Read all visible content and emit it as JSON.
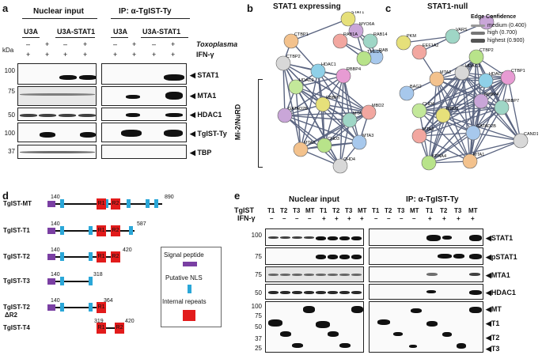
{
  "panel_a": {
    "letter": "a",
    "nuclear_input": "Nuclear input",
    "ip": "IP: α-TgIST-Ty",
    "lanes": [
      "U3A",
      "U3A-STAT1",
      "U3A",
      "U3A-STAT1"
    ],
    "toxoplasma_label": "Toxoplasma",
    "ifn_label": "IFN-γ",
    "tox_signs": [
      "–",
      "+",
      "–",
      "+",
      "–",
      "+",
      "–",
      "+"
    ],
    "ifn_signs": [
      "+",
      "+",
      "+",
      "+",
      "+",
      "+",
      "+",
      "+"
    ],
    "kda": "kDa",
    "markers": [
      "100",
      "75",
      "50",
      "100",
      "37"
    ],
    "blots": [
      "STAT1",
      "MTA1",
      "HDAC1",
      "TgIST-Ty",
      "TBP"
    ]
  },
  "panel_b": {
    "letter": "b",
    "title": "STAT1 expressing",
    "bracket": "Mi-2/NuRD",
    "nodes": [
      "STAT1",
      "MYO6A",
      "RAB14",
      "RAB1A",
      "RAB1B",
      "TMED9",
      "CTBP1",
      "CTBP2",
      "HDAC1",
      "RBBP4",
      "HDAC2",
      "RBBP7",
      "GATAD2B",
      "MTA1",
      "MBD2",
      "MTA3",
      "CHD3",
      "MTA2",
      "CHD4"
    ]
  },
  "panel_c": {
    "letter": "c",
    "title": "STAT1-null",
    "legend_title": "Edge Confidence",
    "legend": [
      "medium (0.400)",
      "high (0.700)",
      "highest (0.900)"
    ],
    "nodes": [
      "PKM",
      "MDH2",
      "VARS",
      "EEF1A2",
      "BAG2",
      "CTBP2",
      "MTA2",
      "HDAC1",
      "HDAC2",
      "CTBP1",
      "CHD4",
      "MBD3",
      "RBBP4",
      "RBBP7",
      "MTA3",
      "GATAD2B",
      "KPNA4",
      "MTA1",
      "CAND1"
    ]
  },
  "panel_d": {
    "letter": "d",
    "constructs": [
      {
        "name": "TgIST-MT",
        "start": "140",
        "end": "890"
      },
      {
        "name": "TgIST-T1",
        "start": "140",
        "end": "587"
      },
      {
        "name": "TgIST-T2",
        "start": "140",
        "end": "420"
      },
      {
        "name": "TgIST-T3",
        "start": "140",
        "end": "318"
      },
      {
        "name": "TgIST-T2",
        "sub": "ΔR2",
        "start": "140",
        "end": "364"
      },
      {
        "name": "TgIST-T4",
        "start": "319",
        "end": "420"
      }
    ],
    "r1": "R1",
    "r2": "R2",
    "legend": [
      "Signal peptide",
      "Putative NLS",
      "Internal repeats"
    ]
  },
  "panel_e": {
    "letter": "e",
    "nuclear_input": "Nuclear input",
    "ip": "IP: α-TgIST-Ty",
    "row_label": "TgIST",
    "lanes": [
      "T1",
      "T2",
      "T3",
      "MT",
      "T1",
      "T2",
      "T3",
      "MT"
    ],
    "ifn_label": "IFN-γ",
    "ifn_signs": [
      "–",
      "–",
      "–",
      "–",
      "+",
      "+",
      "+",
      "+"
    ],
    "markers_top": [
      "100",
      "75",
      "75",
      "50"
    ],
    "markers_bottom": [
      "100",
      "75",
      "50",
      "37",
      "25"
    ],
    "blots": [
      "STAT1",
      "pSTAT1",
      "MTA1",
      "HDAC1"
    ],
    "bottom_labels": [
      "MT",
      "T1",
      "T2",
      "T3"
    ]
  },
  "colors": {
    "signal_peptide": "#7a3fa3",
    "nls": "#2aa7d8",
    "repeat": "#e21b1b"
  }
}
